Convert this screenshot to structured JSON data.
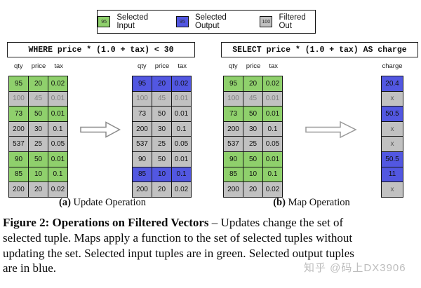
{
  "colors": {
    "selected_input_green": "#8FD06C",
    "selected_output_blue": "#5257E1",
    "filtered_out_gray": "#C1C1C1"
  },
  "legend": {
    "items": [
      {
        "key": "selected-input",
        "swatch_value": "95",
        "label": "Selected Input",
        "color": "#8FD06C"
      },
      {
        "key": "selected-output",
        "swatch_value": "95",
        "label": "Selected Output",
        "color": "#5257E1"
      },
      {
        "key": "filtered-out",
        "swatch_value": "100",
        "label": "Filtered Out",
        "color": "#C1C1C1"
      }
    ]
  },
  "panel_a": {
    "sql": "WHERE price * (1.0 + tax) < 30",
    "columns": [
      "qty",
      "price",
      "tax"
    ],
    "input_rows": [
      {
        "cells": [
          "95",
          "20",
          "0.02"
        ],
        "state": "green"
      },
      {
        "cells": [
          "100",
          "45",
          "0.01"
        ],
        "state": "gray-muted"
      },
      {
        "cells": [
          "73",
          "50",
          "0.01"
        ],
        "state": "green"
      },
      {
        "cells": [
          "200",
          "30",
          "0.1"
        ],
        "state": "gray"
      },
      {
        "cells": [
          "537",
          "25",
          "0.05"
        ],
        "state": "gray"
      },
      {
        "cells": [
          "90",
          "50",
          "0.01"
        ],
        "state": "green"
      },
      {
        "cells": [
          "85",
          "10",
          "0.1"
        ],
        "state": "green"
      },
      {
        "cells": [
          "200",
          "20",
          "0.02"
        ],
        "state": "gray"
      }
    ],
    "output_columns": [
      "qty",
      "price",
      "tax"
    ],
    "output_rows": [
      {
        "cells": [
          "95",
          "20",
          "0.02"
        ],
        "state": "blue"
      },
      {
        "cells": [
          "100",
          "45",
          "0.01"
        ],
        "state": "gray-muted"
      },
      {
        "cells": [
          "73",
          "50",
          "0.01"
        ],
        "state": "gray"
      },
      {
        "cells": [
          "200",
          "30",
          "0.1"
        ],
        "state": "gray"
      },
      {
        "cells": [
          "537",
          "25",
          "0.05"
        ],
        "state": "gray"
      },
      {
        "cells": [
          "90",
          "50",
          "0.01"
        ],
        "state": "gray"
      },
      {
        "cells": [
          "85",
          "10",
          "0.1"
        ],
        "state": "blue"
      },
      {
        "cells": [
          "200",
          "20",
          "0.02"
        ],
        "state": "gray"
      }
    ],
    "caption_label": "(a)",
    "caption_text": " Update Operation"
  },
  "panel_b": {
    "sql": "SELECT price * (1.0 + tax) AS charge",
    "columns": [
      "qty",
      "price",
      "tax"
    ],
    "input_rows": [
      {
        "cells": [
          "95",
          "20",
          "0.02"
        ],
        "state": "green"
      },
      {
        "cells": [
          "100",
          "45",
          "0.01"
        ],
        "state": "gray-muted"
      },
      {
        "cells": [
          "73",
          "50",
          "0.01"
        ],
        "state": "green"
      },
      {
        "cells": [
          "200",
          "30",
          "0.1"
        ],
        "state": "gray"
      },
      {
        "cells": [
          "537",
          "25",
          "0.05"
        ],
        "state": "gray"
      },
      {
        "cells": [
          "90",
          "50",
          "0.01"
        ],
        "state": "green"
      },
      {
        "cells": [
          "85",
          "10",
          "0.1"
        ],
        "state": "green"
      },
      {
        "cells": [
          "200",
          "20",
          "0.02"
        ],
        "state": "gray"
      }
    ],
    "output_column_label": "charge",
    "output_rows": [
      {
        "value": "20.4",
        "state": "blue"
      },
      {
        "value": "x",
        "state": "gray-x"
      },
      {
        "value": "50.5",
        "state": "blue"
      },
      {
        "value": "x",
        "state": "gray-x"
      },
      {
        "value": "x",
        "state": "gray-x"
      },
      {
        "value": "50.5",
        "state": "blue"
      },
      {
        "value": "11",
        "state": "blue"
      },
      {
        "value": "x",
        "state": "gray-x"
      }
    ],
    "caption_label": "(b)",
    "caption_text": " Map Operation"
  },
  "figure_caption": {
    "lines": [
      {
        "bold": "Figure 2: Operations on Filtered Vectors",
        "text": " – Updates change the set of"
      },
      {
        "bold": "",
        "text": "selected tuple. Maps apply a function to the set of selected tuples without"
      },
      {
        "bold": "",
        "text": "updating the set. Selected input tuples are in green. Selected output tuples"
      },
      {
        "bold": "",
        "text": "are in blue."
      }
    ]
  },
  "watermark": "知乎 @码上DX3906"
}
